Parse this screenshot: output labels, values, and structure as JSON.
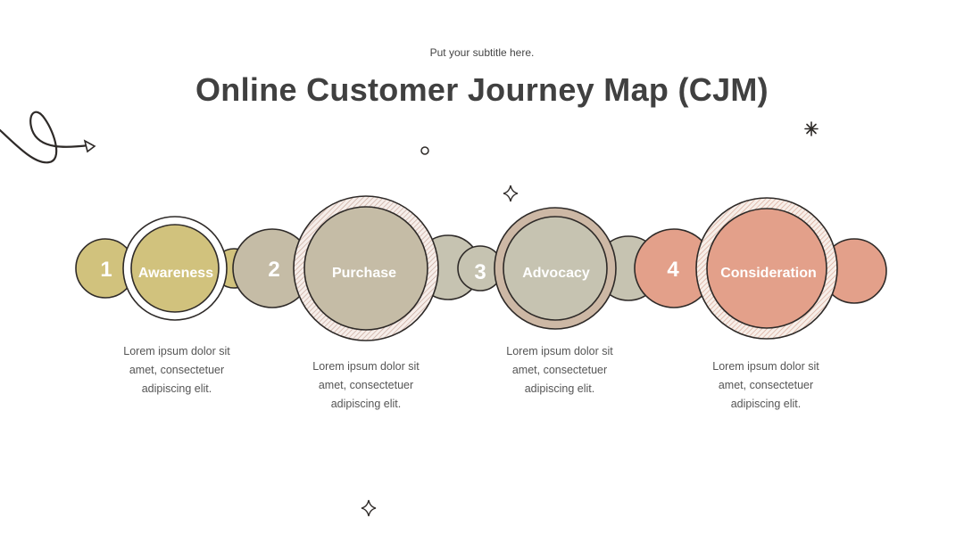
{
  "header": {
    "subtitle": "Put your subtitle here.",
    "title": "Online Customer Journey Map (CJM)"
  },
  "stages": [
    {
      "number": "1",
      "label": "Awareness",
      "description_lines": [
        "Lorem ipsum dolor sit",
        "amet, consectetuer",
        "adipiscing elit."
      ],
      "color": "#d1c27d"
    },
    {
      "number": "2",
      "label": "Purchase",
      "description_lines": [
        "Lorem ipsum dolor sit",
        "amet, consectetuer",
        "adipiscing elit."
      ],
      "color": "#c5bca6"
    },
    {
      "number": "3",
      "label": "Advocacy",
      "description_lines": [
        "Lorem ipsum dolor sit",
        "amet, consectetuer",
        "adipiscing elit."
      ],
      "color": "#c6c3b1"
    },
    {
      "number": "4",
      "label": "Consideration",
      "description_lines": [
        "Lorem ipsum dolor sit",
        "amet, consectetuer",
        "adipiscing elit."
      ],
      "color": "#e3a08a"
    }
  ],
  "decorations": [
    "swirl-arrow-icon",
    "small-circle-icon",
    "sparkle-icon",
    "asterisk-icon"
  ],
  "colors": {
    "outline": "#2e2a28",
    "title": "#404040",
    "text": "#555555"
  }
}
